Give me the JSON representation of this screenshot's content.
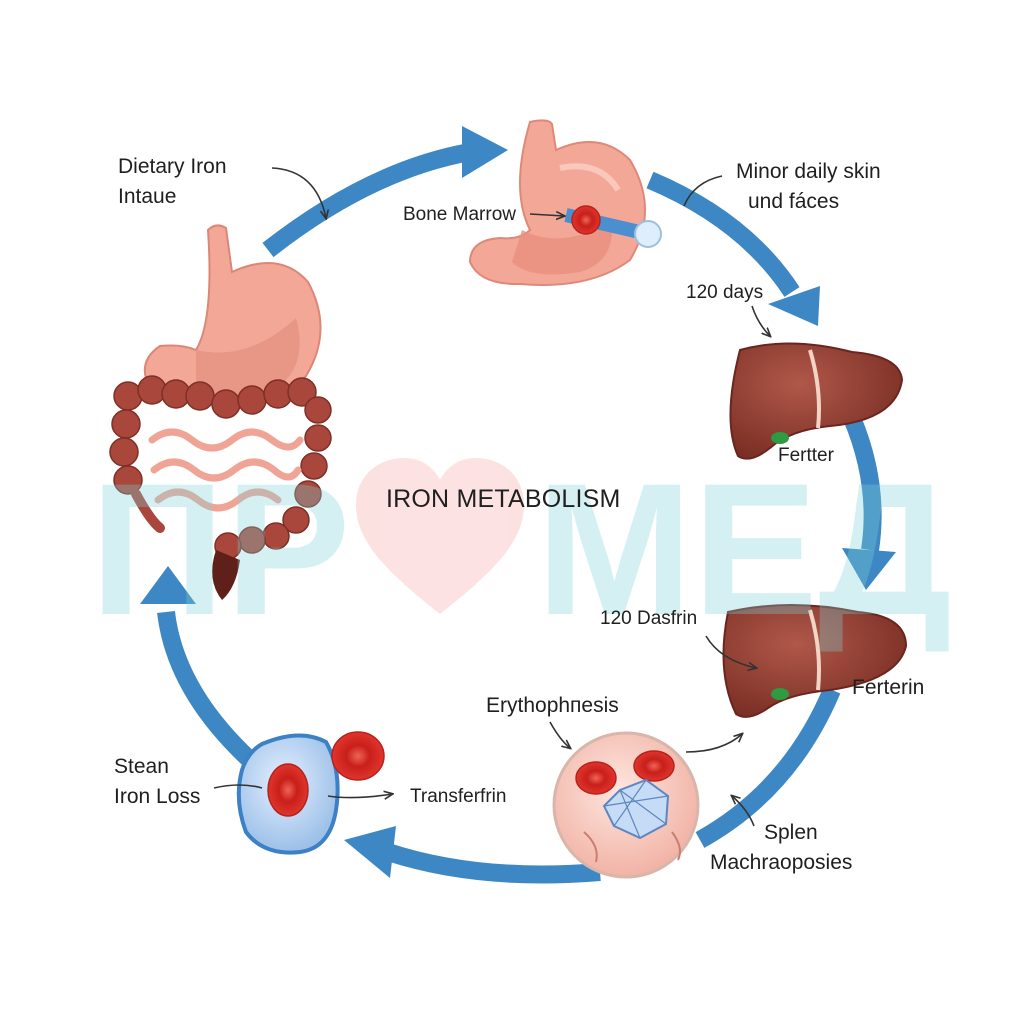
{
  "diagram": {
    "title": "IRON METABOLISM",
    "labels": {
      "dietary_iron_line1": "Dietary Iron",
      "dietary_iron_line2": "Intaue",
      "bone_marrow": "Bone Marrow",
      "skin_loss_line1": "Minor daily skin",
      "skin_loss_line2": "und fáces",
      "days_120": "120 days",
      "fertter": "Fertter",
      "dasfrin_120": "120 Dasfrin",
      "ferterin": "Ferterin",
      "erythopoiesis": "Erythophпesis",
      "splen_line1": "Splen",
      "splen_line2": "Machraoposies",
      "transferrin": "Transferfrin",
      "stean_line1": "Stean",
      "stean_line2": "Iron Loss"
    }
  },
  "watermark": {
    "text": "ПРОМЕД",
    "text_color": "#7fd3d8",
    "heart_color": "#f6a5a5"
  },
  "colors": {
    "cycle_arrow": "#3d88c4",
    "organ_pink": "#f2a596",
    "liver": "#8e3b2f",
    "red_cell": "#d92d24",
    "cell_blue": "#a9c9ec"
  }
}
